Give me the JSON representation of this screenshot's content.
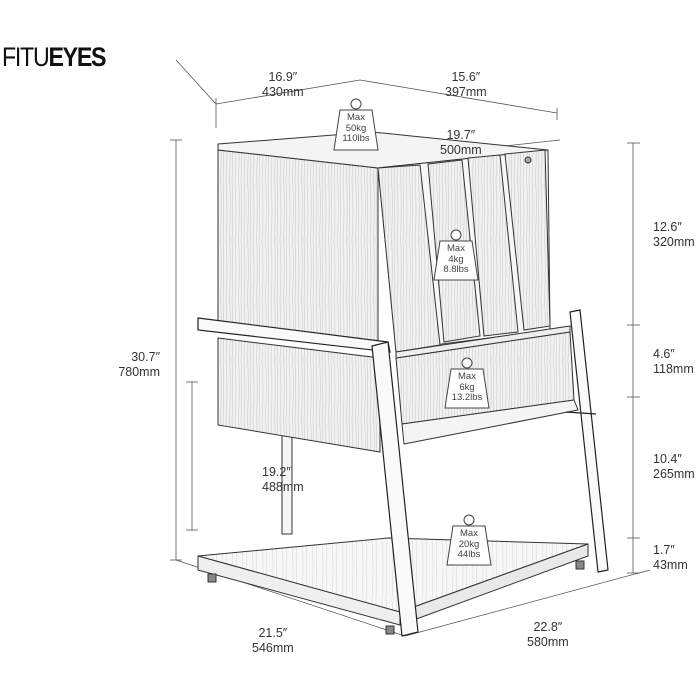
{
  "brand": {
    "part1": "FITU",
    "part2": "EYES"
  },
  "dimensions": {
    "top_depth": {
      "in": "16.9″",
      "mm": "430mm"
    },
    "top_width": {
      "in": "15.6″",
      "mm": "397mm"
    },
    "slot_width": {
      "in": "19.7″",
      "mm": "500mm"
    },
    "total_height": {
      "in": "30.7″",
      "mm": "780mm"
    },
    "slot_height": {
      "in": "12.6″",
      "mm": "320mm"
    },
    "drawer_height": {
      "in": "4.6″",
      "mm": "118mm"
    },
    "lower_gap": {
      "in": "10.4″",
      "mm": "265mm"
    },
    "foot_height": {
      "in": "1.7″",
      "mm": "43mm"
    },
    "inner_height": {
      "in": "19.2″",
      "mm": "488mm"
    },
    "base_depth": {
      "in": "21.5″",
      "mm": "546mm"
    },
    "base_width": {
      "in": "22.8″",
      "mm": "580mm"
    }
  },
  "weights": {
    "top": {
      "label": "Max",
      "kg": "50kg",
      "lbs": "110lbs"
    },
    "slots": {
      "label": "Max",
      "kg": "4kg",
      "lbs": "8.8lbs"
    },
    "drawer": {
      "label": "Max",
      "kg": "6kg",
      "lbs": "13.2lbs"
    },
    "bottom": {
      "label": "Max",
      "kg": "20kg",
      "lbs": "44lbs"
    }
  }
}
